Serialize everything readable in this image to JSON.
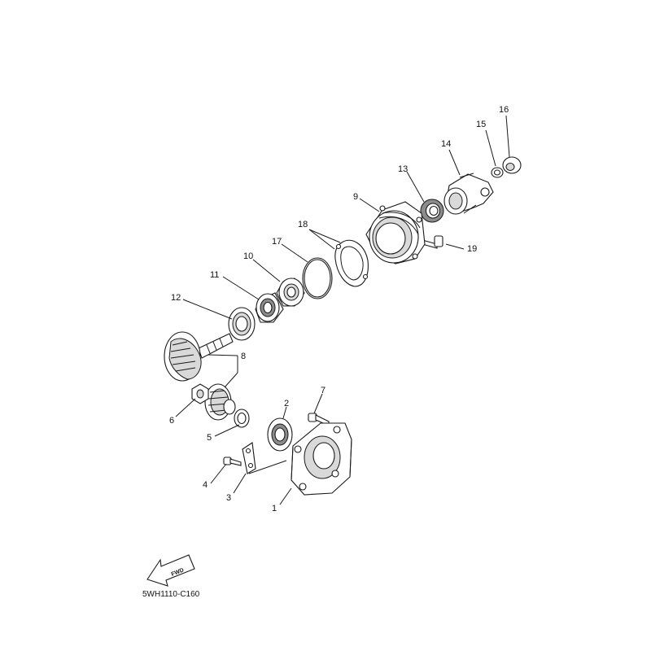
{
  "diagram": {
    "callouts": [
      "1",
      "2",
      "3",
      "4",
      "5",
      "6",
      "7",
      "8",
      "9",
      "10",
      "11",
      "12",
      "13",
      "14",
      "15",
      "16",
      "17",
      "18",
      "19"
    ],
    "fwd_label": "FWD",
    "diagram_code": "5WH1110-C160"
  }
}
